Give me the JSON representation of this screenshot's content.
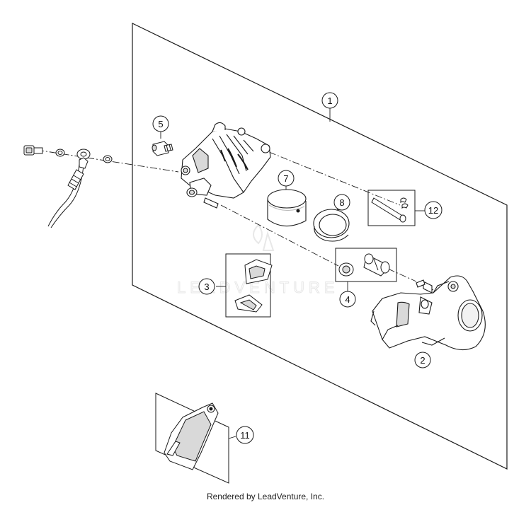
{
  "diagram": {
    "callouts": [
      "1",
      "2",
      "3",
      "4",
      "5",
      "7",
      "8",
      "11",
      "12"
    ]
  },
  "watermark": {
    "text": "LEADVENTURE"
  },
  "footer": {
    "text": "Rendered by LeadVenture, Inc."
  },
  "colors": {
    "line": "#1a1a1a",
    "part_fill": "#ffffff",
    "shade": "#d9d9d9",
    "watermark": "#e6e6e6"
  }
}
